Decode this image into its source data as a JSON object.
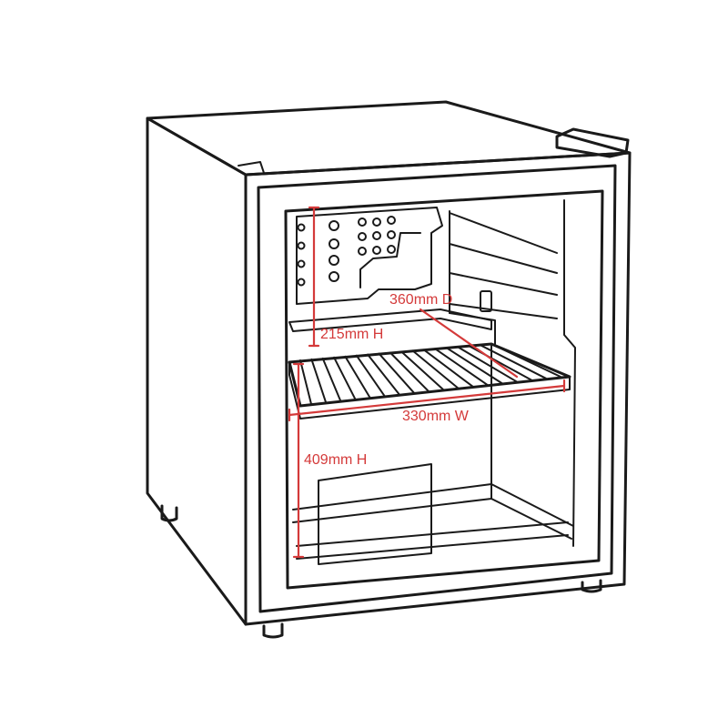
{
  "colors": {
    "outline": "#1a1a1a",
    "dimension": "#d43a3a",
    "background": "#ffffff"
  },
  "dimensions": {
    "depth": "360mm D",
    "upper_height": "215mm H",
    "width": "330mm W",
    "lower_height": "409mm H"
  }
}
